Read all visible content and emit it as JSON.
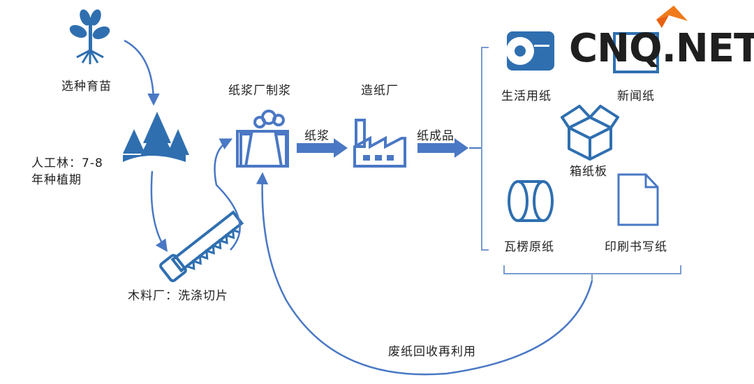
{
  "logo": {
    "text": "CNQ.NET"
  },
  "stages": {
    "seedling": "选种育苗",
    "forest": "人工林：7-8\n年种植期",
    "forest_line1": "人工林：7-8",
    "forest_line2": "年种植期",
    "sawmill": "木料厂：洗涤切片",
    "pulp_mill": "纸浆厂制浆",
    "paper_mill": "造纸厂"
  },
  "arrows": {
    "pulp": "纸浆",
    "finished": "纸成品"
  },
  "products": {
    "tissue": "生活用纸",
    "newsprint": "新闻纸",
    "boxboard": "箱纸板",
    "corrugated": "瓦楞原纸",
    "printing": "印刷书写纸"
  },
  "recycle": "废纸回收再利用",
  "colors": {
    "accent": "#4a78c4",
    "icon": "#2f6fb0",
    "line": "#5b86c9"
  }
}
